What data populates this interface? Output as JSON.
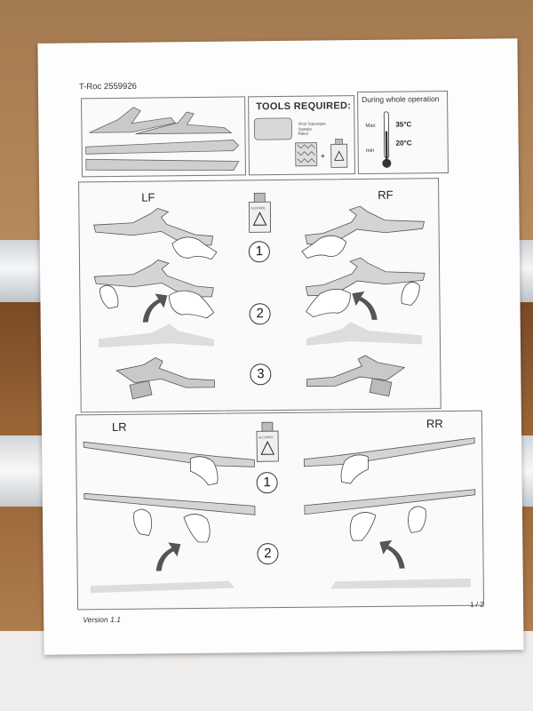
{
  "sheet": {
    "header_code": "T-Roc 2559926",
    "tools": {
      "title": "TOOLS REQUIRED:",
      "items": [
        "Vinyl Squeegee",
        "Spatula",
        "Rakel"
      ]
    },
    "temperature": {
      "title": "During whole operation",
      "max_label": "Max",
      "min_label": "min",
      "max_value": "35°C",
      "min_value": "20°C"
    },
    "front_section": {
      "left_label": "LF",
      "right_label": "RF",
      "bottle_label": "ALCOHOL",
      "steps": [
        "1",
        "2",
        "3"
      ]
    },
    "rear_section": {
      "left_label": "LR",
      "right_label": "RR",
      "bottle_label": "ALCOHOL",
      "steps": [
        "1",
        "2"
      ]
    },
    "footer_version": "Version 1.1",
    "footer_page": "1 / 2"
  }
}
